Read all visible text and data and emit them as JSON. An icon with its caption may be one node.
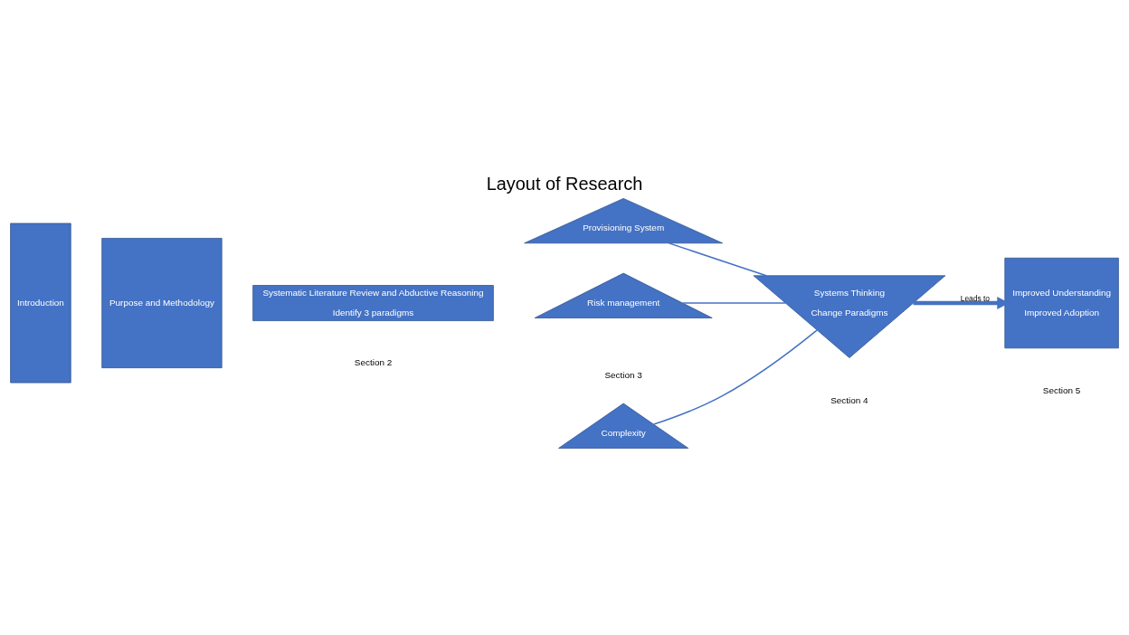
{
  "diagram": {
    "title": "Layout of Research",
    "nodes": [
      {
        "text": [
          "Introduction"
        ]
      },
      {
        "text": [
          "Purpose and Methodology"
        ]
      },
      {
        "text": [
          "Systematic Literature Review and Abductive Reasoning",
          "Identify 3 paradigms"
        ]
      },
      {
        "text": [
          "Provisioning System"
        ]
      },
      {
        "text": [
          "Risk management"
        ]
      },
      {
        "text": [
          "Complexity"
        ]
      },
      {
        "text": [
          "Systems Thinking",
          "Change Paradigms"
        ]
      },
      {
        "text": [
          "Improved Understanding",
          "Improved Adoption"
        ]
      }
    ],
    "edges": [
      {
        "from": 3,
        "to": 6,
        "arrow": "none"
      },
      {
        "from": 4,
        "to": 6,
        "arrow": "none"
      },
      {
        "from": 5,
        "to": 6,
        "arrow": "none"
      },
      {
        "from": 6,
        "to": 7,
        "arrow": "to",
        "label": "Leads to",
        "style": "thick"
      }
    ],
    "labels": [
      "Section 2",
      "Section 3",
      "Section 4",
      "Section 5"
    ]
  }
}
